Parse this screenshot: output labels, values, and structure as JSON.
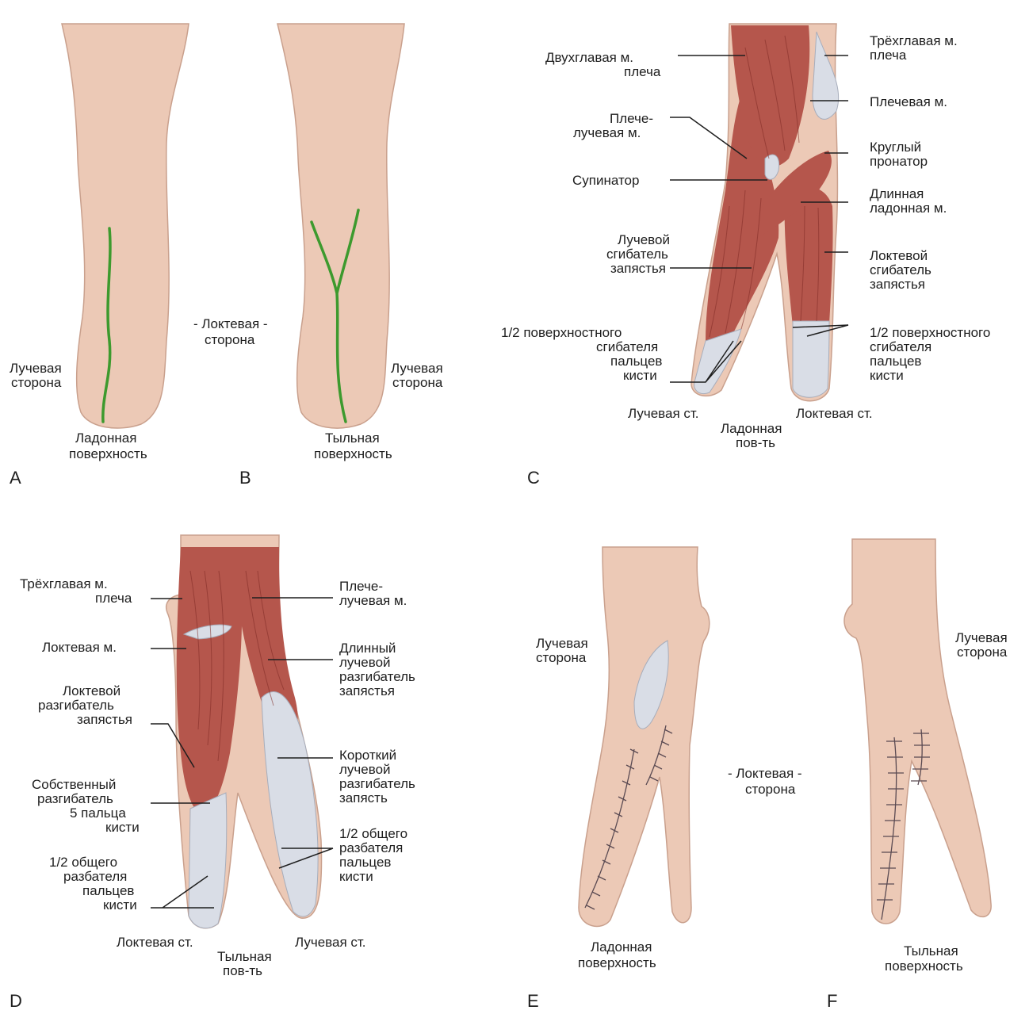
{
  "panels": {
    "A": {
      "letter": "A",
      "radial_side": [
        "Лучевая",
        "сторона"
      ],
      "surface": [
        "Ладонная",
        "поверхность"
      ]
    },
    "B": {
      "letter": "B",
      "ulnar_side": [
        "- Локтевая -",
        "сторона"
      ],
      "radial_side": [
        "Лучевая",
        "сторона"
      ],
      "surface": [
        "Тыльная",
        "поверхность"
      ]
    },
    "C": {
      "letter": "C",
      "biceps": [
        "Двухглавая м.",
        "плеча"
      ],
      "brachioradialis": [
        "Плече-",
        "лучевая м."
      ],
      "supinator": [
        "Супинатор"
      ],
      "flexor_carpi_radialis": [
        "Лучевой",
        "сгибатель",
        "запястья"
      ],
      "fds_left": [
        "1/2 поверхностного",
        "сгибателя",
        "пальцев",
        "кисти"
      ],
      "triceps": [
        "Трёхглавая м.",
        "плеча"
      ],
      "brachialis": [
        "Плечевая м."
      ],
      "pronator_teres": [
        "Круглый",
        "пронатор"
      ],
      "palmaris_longus": [
        "Длинная",
        "ладонная м."
      ],
      "flexor_carpi_ulnaris": [
        "Локтевой",
        "сгибатель",
        "запястья"
      ],
      "fds_right": [
        "1/2 поверхностного",
        "сгибателя",
        "пальцев",
        "кисти"
      ],
      "radial_st": "Лучевая ст.",
      "ulnar_st": "Локтевая ст.",
      "surface": [
        "Ладонная",
        "пов-ть"
      ]
    },
    "D": {
      "letter": "D",
      "triceps": [
        "Трёхглавая м.",
        "плеча"
      ],
      "anconeus": [
        "Локтевая м."
      ],
      "ecu": [
        "Локтевой",
        "разгибатель",
        "запястья"
      ],
      "edm": [
        "Собственный",
        "разгибатель",
        "5 пальца",
        "кисти"
      ],
      "edc_left": [
        "1/2 общего",
        "разбателя",
        "пальцев",
        "кисти"
      ],
      "brachioradialis": [
        "Плече-",
        "лучевая м."
      ],
      "ecrl": [
        "Длинный",
        "лучевой",
        "разгибатель",
        "запястья"
      ],
      "ecrb": [
        "Короткий",
        "лучевой",
        "разгибатель",
        "запясть"
      ],
      "edc_right": [
        "1/2 общего",
        "разбателя",
        "пальцев",
        "кисти"
      ],
      "ulnar_st": "Локтевая ст.",
      "radial_st": "Лучевая ст.",
      "surface": [
        "Тыльная",
        "пов-ть"
      ]
    },
    "E": {
      "letter": "E",
      "radial_side": [
        "Лучевая",
        "сторона"
      ],
      "surface": [
        "Ладонная",
        "поверхность"
      ]
    },
    "F": {
      "letter": "F",
      "ulnar_side": [
        "- Локтевая -",
        "сторона"
      ],
      "radial_side": [
        "Лучевая",
        "сторона"
      ],
      "surface": [
        "Тыльная",
        "поверхность"
      ]
    }
  },
  "colors": {
    "skin": "#ecc9b6",
    "muscle": "#b5564c",
    "tendon": "#d9dde6",
    "incision_line": "#3d9a2e"
  }
}
